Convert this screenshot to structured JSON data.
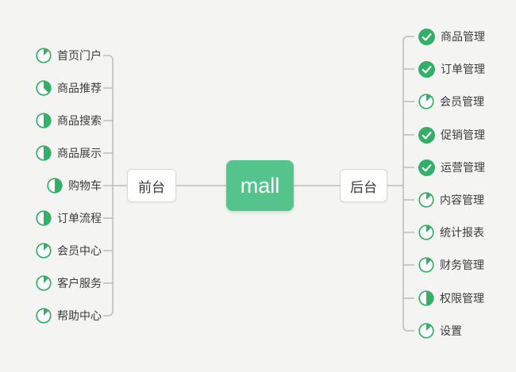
{
  "canvas": {
    "background": "#f4f4f2"
  },
  "root": {
    "label": "mall"
  },
  "branches": {
    "left": {
      "label": "前台",
      "items": [
        {
          "label": "首页门户",
          "icon": {
            "type": "pie",
            "percent": 12.5
          }
        },
        {
          "label": "商品推荐",
          "icon": {
            "type": "pie",
            "percent": 37.5
          }
        },
        {
          "label": "商品搜索",
          "icon": {
            "type": "pie",
            "percent": 50
          }
        },
        {
          "label": "商品展示",
          "icon": {
            "type": "pie",
            "percent": 50
          }
        },
        {
          "label": "购物车",
          "icon": {
            "type": "pie",
            "percent": 50
          }
        },
        {
          "label": "订单流程",
          "icon": {
            "type": "pie",
            "percent": 50
          }
        },
        {
          "label": "会员中心",
          "icon": {
            "type": "pie",
            "percent": 12.5
          }
        },
        {
          "label": "客户服务",
          "icon": {
            "type": "pie",
            "percent": 12.5
          }
        },
        {
          "label": "帮助中心",
          "icon": {
            "type": "pie",
            "percent": 12.5
          }
        }
      ]
    },
    "right": {
      "label": "后台",
      "items": [
        {
          "label": "商品管理",
          "icon": {
            "type": "check"
          }
        },
        {
          "label": "订单管理",
          "icon": {
            "type": "check"
          }
        },
        {
          "label": "会员管理",
          "icon": {
            "type": "pie",
            "percent": 12.5
          }
        },
        {
          "label": "促销管理",
          "icon": {
            "type": "check"
          }
        },
        {
          "label": "运营管理",
          "icon": {
            "type": "check"
          }
        },
        {
          "label": "内容管理",
          "icon": {
            "type": "pie",
            "percent": 12.5
          }
        },
        {
          "label": "统计报表",
          "icon": {
            "type": "pie",
            "percent": 12.5
          }
        },
        {
          "label": "财务管理",
          "icon": {
            "type": "pie",
            "percent": 12.5
          }
        },
        {
          "label": "权限管理",
          "icon": {
            "type": "pie",
            "percent": 50
          }
        },
        {
          "label": "设置",
          "icon": {
            "type": "pie",
            "percent": 12.5
          }
        }
      ]
    }
  },
  "colors": {
    "icon_green": "#33af67",
    "root_green": "#55c38c",
    "line": "#bcbcbc",
    "label_text": "#3c3c3c"
  }
}
